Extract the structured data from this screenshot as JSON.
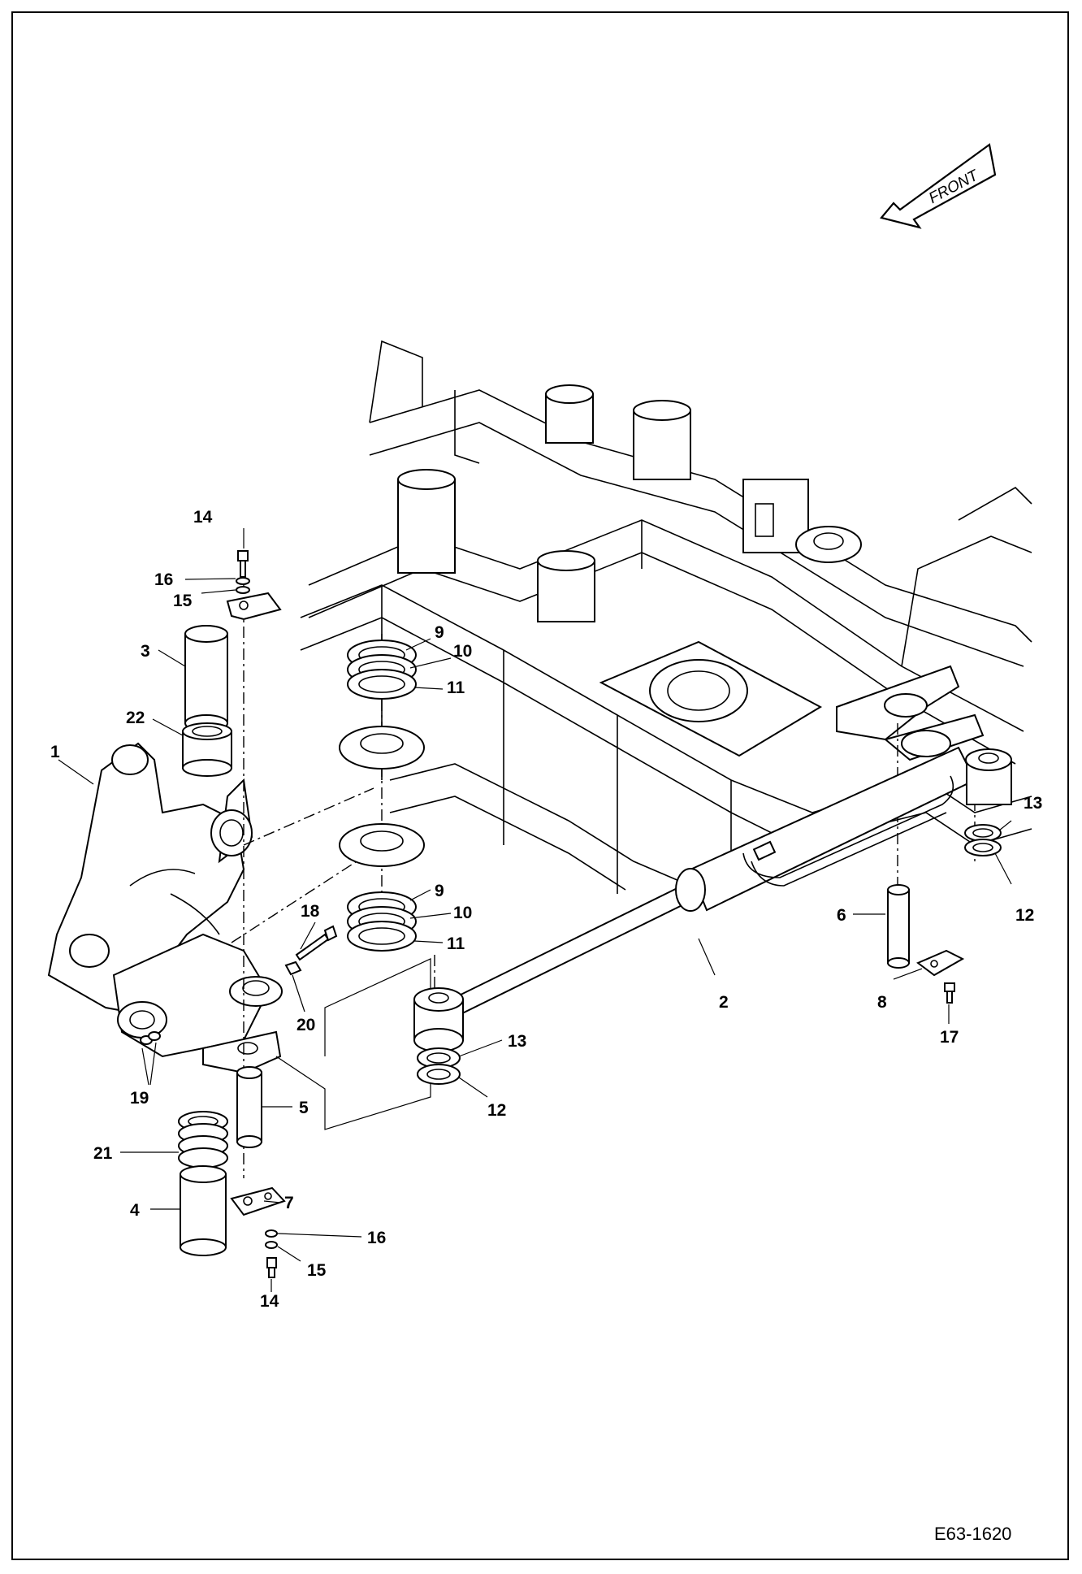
{
  "figure_id": "E63-1620",
  "front_label": "FRONT",
  "callouts": [
    {
      "id": "c1",
      "text": "1"
    },
    {
      "id": "c2",
      "text": "2"
    },
    {
      "id": "c3",
      "text": "3"
    },
    {
      "id": "c4",
      "text": "4"
    },
    {
      "id": "c5",
      "text": "5"
    },
    {
      "id": "c6",
      "text": "6"
    },
    {
      "id": "c7",
      "text": "7"
    },
    {
      "id": "c8",
      "text": "8"
    },
    {
      "id": "c9a",
      "text": "9"
    },
    {
      "id": "c9b",
      "text": "9"
    },
    {
      "id": "c10a",
      "text": "10"
    },
    {
      "id": "c10b",
      "text": "10"
    },
    {
      "id": "c11a",
      "text": "11"
    },
    {
      "id": "c11b",
      "text": "11"
    },
    {
      "id": "c12a",
      "text": "12"
    },
    {
      "id": "c12b",
      "text": "12"
    },
    {
      "id": "c13a",
      "text": "13"
    },
    {
      "id": "c13b",
      "text": "13"
    },
    {
      "id": "c14a",
      "text": "14"
    },
    {
      "id": "c14b",
      "text": "14"
    },
    {
      "id": "c15a",
      "text": "15"
    },
    {
      "id": "c15b",
      "text": "15"
    },
    {
      "id": "c16a",
      "text": "16"
    },
    {
      "id": "c16b",
      "text": "16"
    },
    {
      "id": "c17",
      "text": "17"
    },
    {
      "id": "c18",
      "text": "18"
    },
    {
      "id": "c19",
      "text": "19"
    },
    {
      "id": "c20",
      "text": "20"
    },
    {
      "id": "c21",
      "text": "21"
    },
    {
      "id": "c22",
      "text": "22"
    }
  ]
}
